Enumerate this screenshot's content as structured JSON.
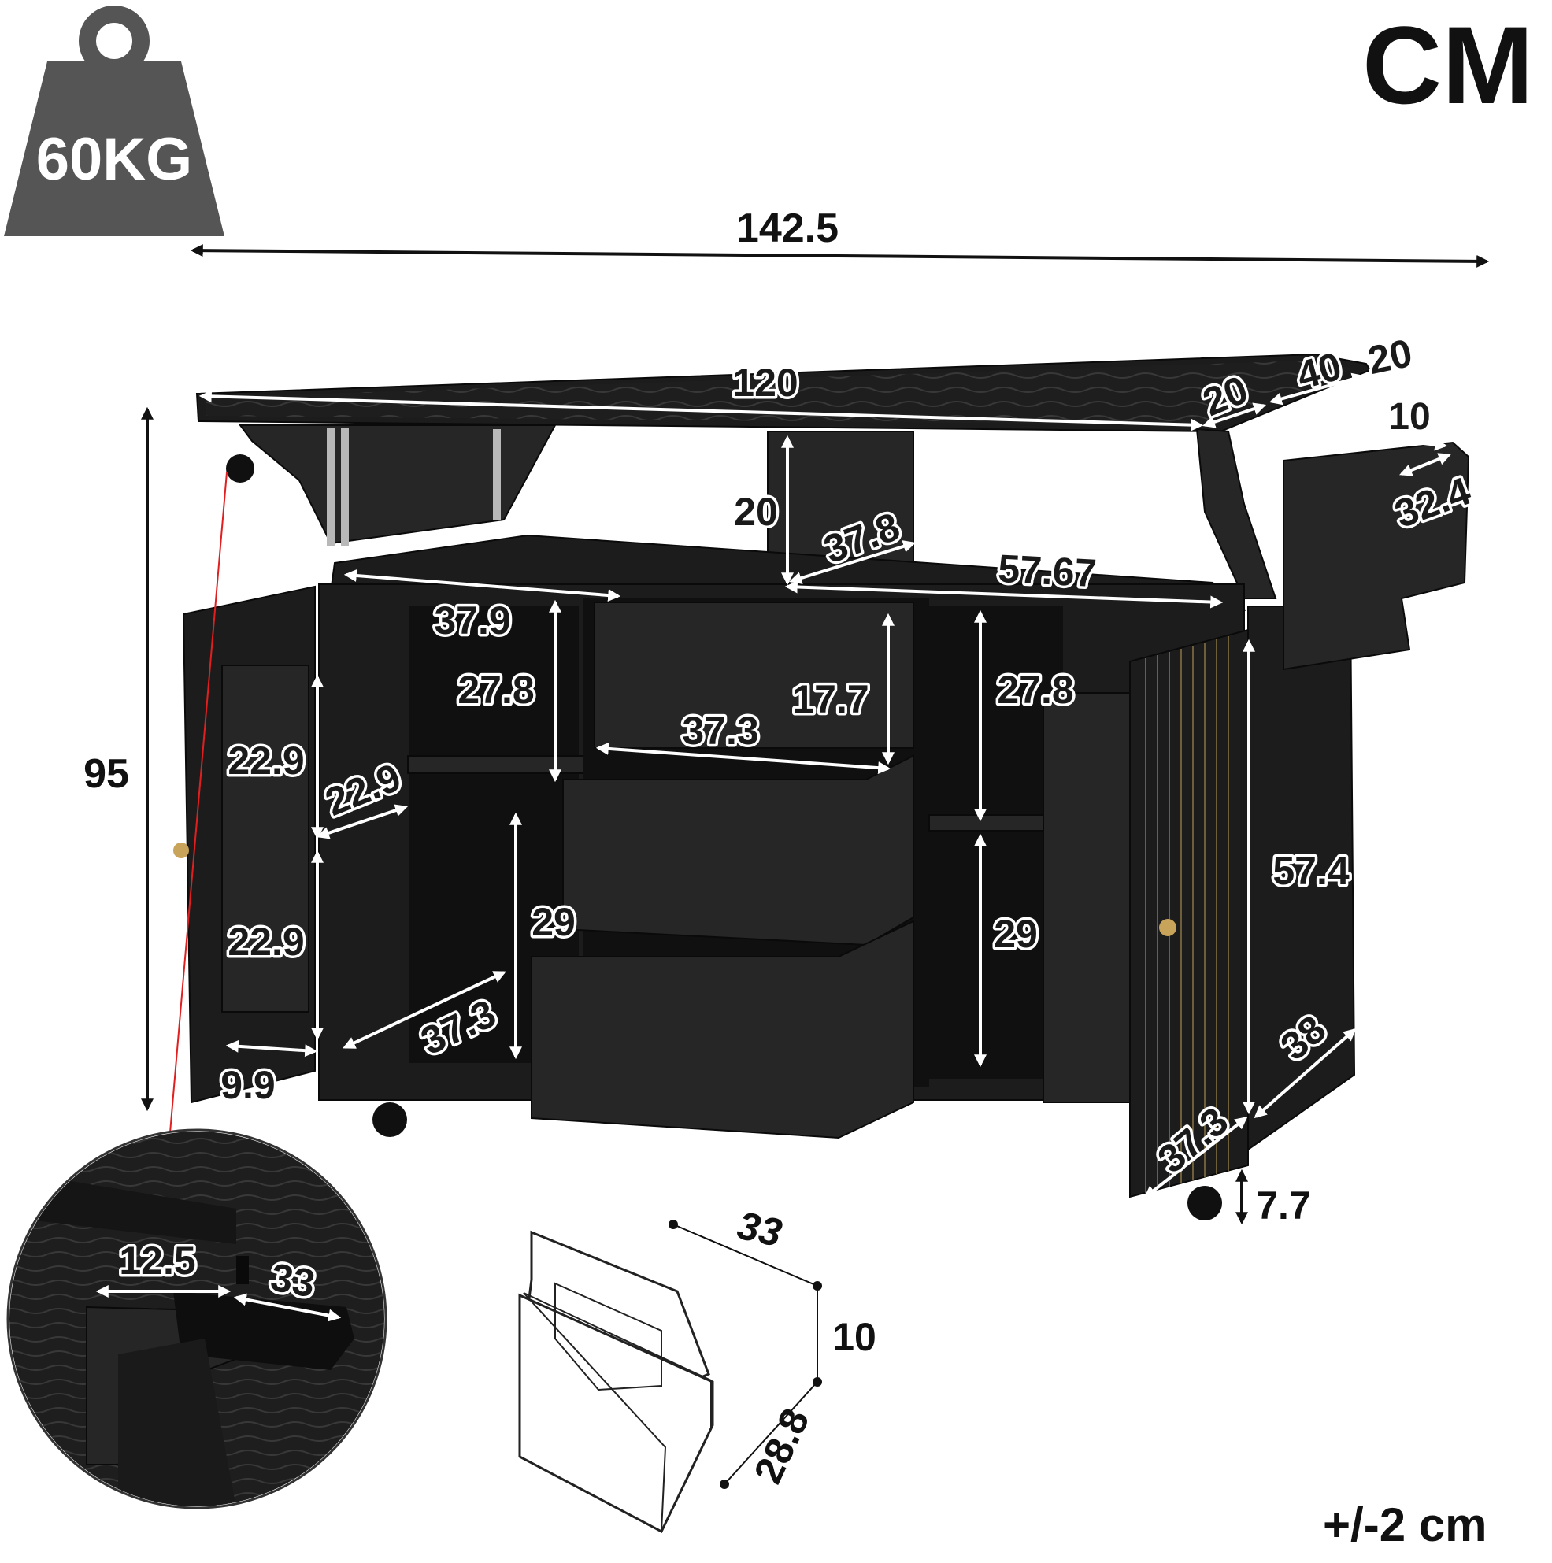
{
  "unit_label": "CM",
  "weight_badge": {
    "icon": "weight-icon",
    "label": "60KG"
  },
  "tolerance": "+/-2 cm",
  "dimensions": {
    "overall_width": "142.5",
    "height": "95",
    "top_width": "120",
    "drop_leaf_1": "20",
    "top_depth": "40",
    "drop_leaf_2": "20",
    "rack_depth": "10",
    "rack_width": "32.4",
    "open_shelf_height": "20",
    "open_shelf_depth": "37.8",
    "open_shelf_width": "57.67",
    "left_cabinet_width": "37.9",
    "left_upper_height": "27.8",
    "door_shelf_top": "22.9",
    "door_shelf_width": "22.9",
    "door_shelf_bottom": "22.9",
    "door_shelf_depth": "9.9",
    "left_lower_depth": "37.3",
    "left_lower_height": "29",
    "drawer_height": "17.7",
    "drawer_width": "37.3",
    "right_upper_height": "27.8",
    "right_lower_height": "29",
    "side_height": "57.4",
    "side_depth": "38",
    "right_cabinet_depth": "37.3",
    "wheel_height": "7.7"
  },
  "detail_inset": {
    "width": "12.5",
    "bar_length": "33"
  },
  "drawer_detail": {
    "width": "33",
    "height": "10",
    "depth": "28.8"
  }
}
